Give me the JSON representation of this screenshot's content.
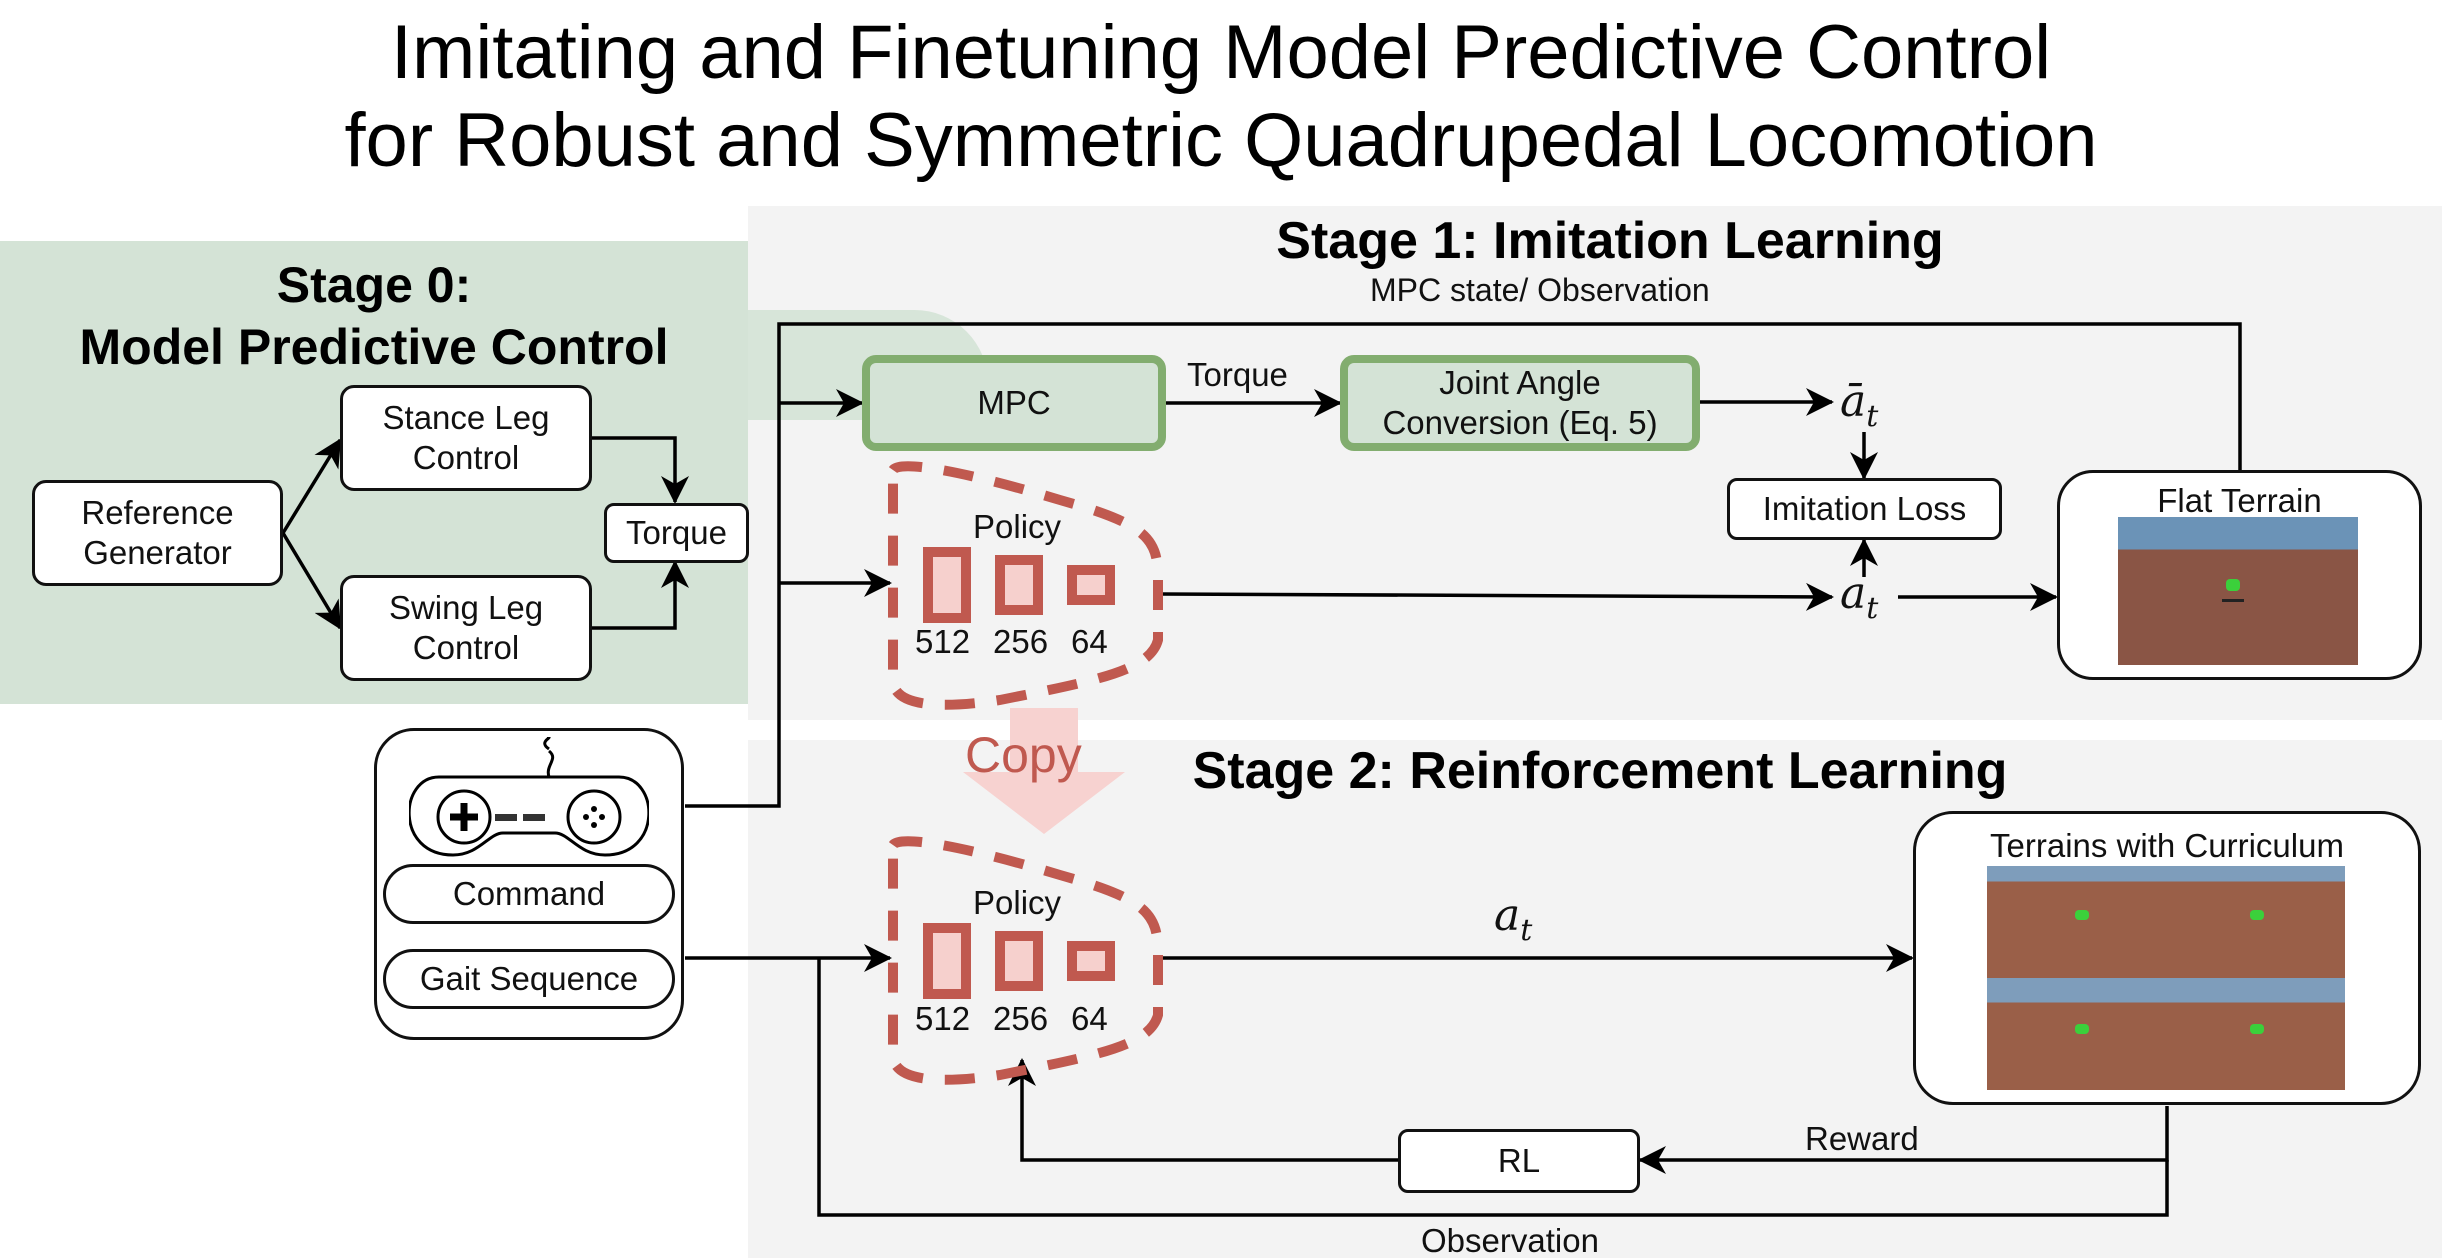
{
  "title": {
    "line1": "Imitating and Finetuning Model Predictive Control",
    "line2": "for Robust and Symmetric Quadrupedal Locomotion"
  },
  "colors": {
    "stage0_bg": "#d4e3d6",
    "stage_bg": "#f3f3f3",
    "green_border": "#82ad6f",
    "policy_red": "#c0594f",
    "policy_fill": "#f6d0cd",
    "copy_arrow": "#f7d2d0"
  },
  "stage0": {
    "title_line1": "Stage 0:",
    "title_line2": "Model Predictive Control",
    "reference_generator": [
      "Reference",
      "Generator"
    ],
    "stance_leg": [
      "Stance Leg",
      "Control"
    ],
    "swing_leg": [
      "Swing Leg",
      "Control"
    ],
    "torque": "Torque"
  },
  "stage1": {
    "title": "Stage 1: Imitation Learning",
    "mpc_state_label": "MPC state/ Observation",
    "mpc": "MPC",
    "torque_label": "Torque",
    "joint_angle": [
      "Joint Angle",
      "Conversion (Eq. 5)"
    ],
    "a_bar_symbol": "ā",
    "a_symbol": "a",
    "subscript": "t",
    "imitation_loss": "Imitation Loss",
    "flat_terrain": "Flat Terrain",
    "policy": {
      "label": "Policy",
      "layers": [
        "512",
        "256",
        "64"
      ]
    }
  },
  "copy": {
    "label": "Copy"
  },
  "command_block": {
    "gamepad_icon": "gamepad-icon",
    "command": "Command",
    "gait_sequence": "Gait Sequence"
  },
  "stage2": {
    "title": "Stage 2: Reinforcement Learning",
    "policy": {
      "label": "Policy",
      "layers": [
        "512",
        "256",
        "64"
      ]
    },
    "a_symbol": "a",
    "subscript": "t",
    "terrains": "Terrains with Curriculum",
    "reward_label": "Reward",
    "rl": "RL",
    "observation_label": "Observation"
  }
}
